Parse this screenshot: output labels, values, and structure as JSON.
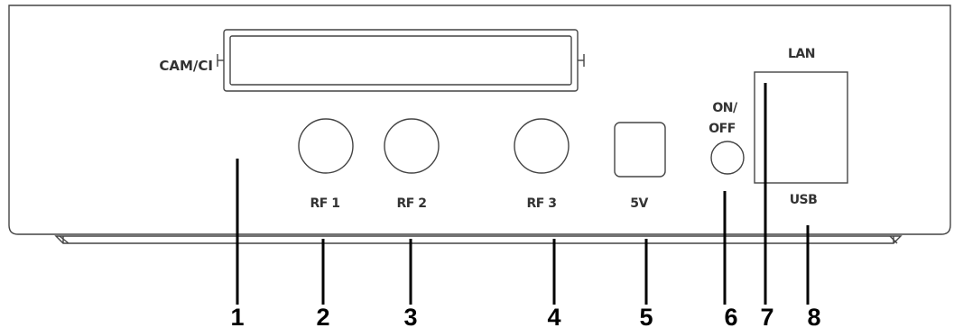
{
  "labels": {
    "cam_ci": "CAM/CI",
    "lan": "LAN",
    "usb": "USB",
    "on_off_top": "ON/",
    "on_off_bottom": "OFF",
    "rf1": "RF 1",
    "rf2": "RF 2",
    "rf3": "RF 3",
    "dc": "5V"
  },
  "callouts": [
    "1",
    "2",
    "3",
    "4",
    "5",
    "6",
    "7",
    "8"
  ]
}
